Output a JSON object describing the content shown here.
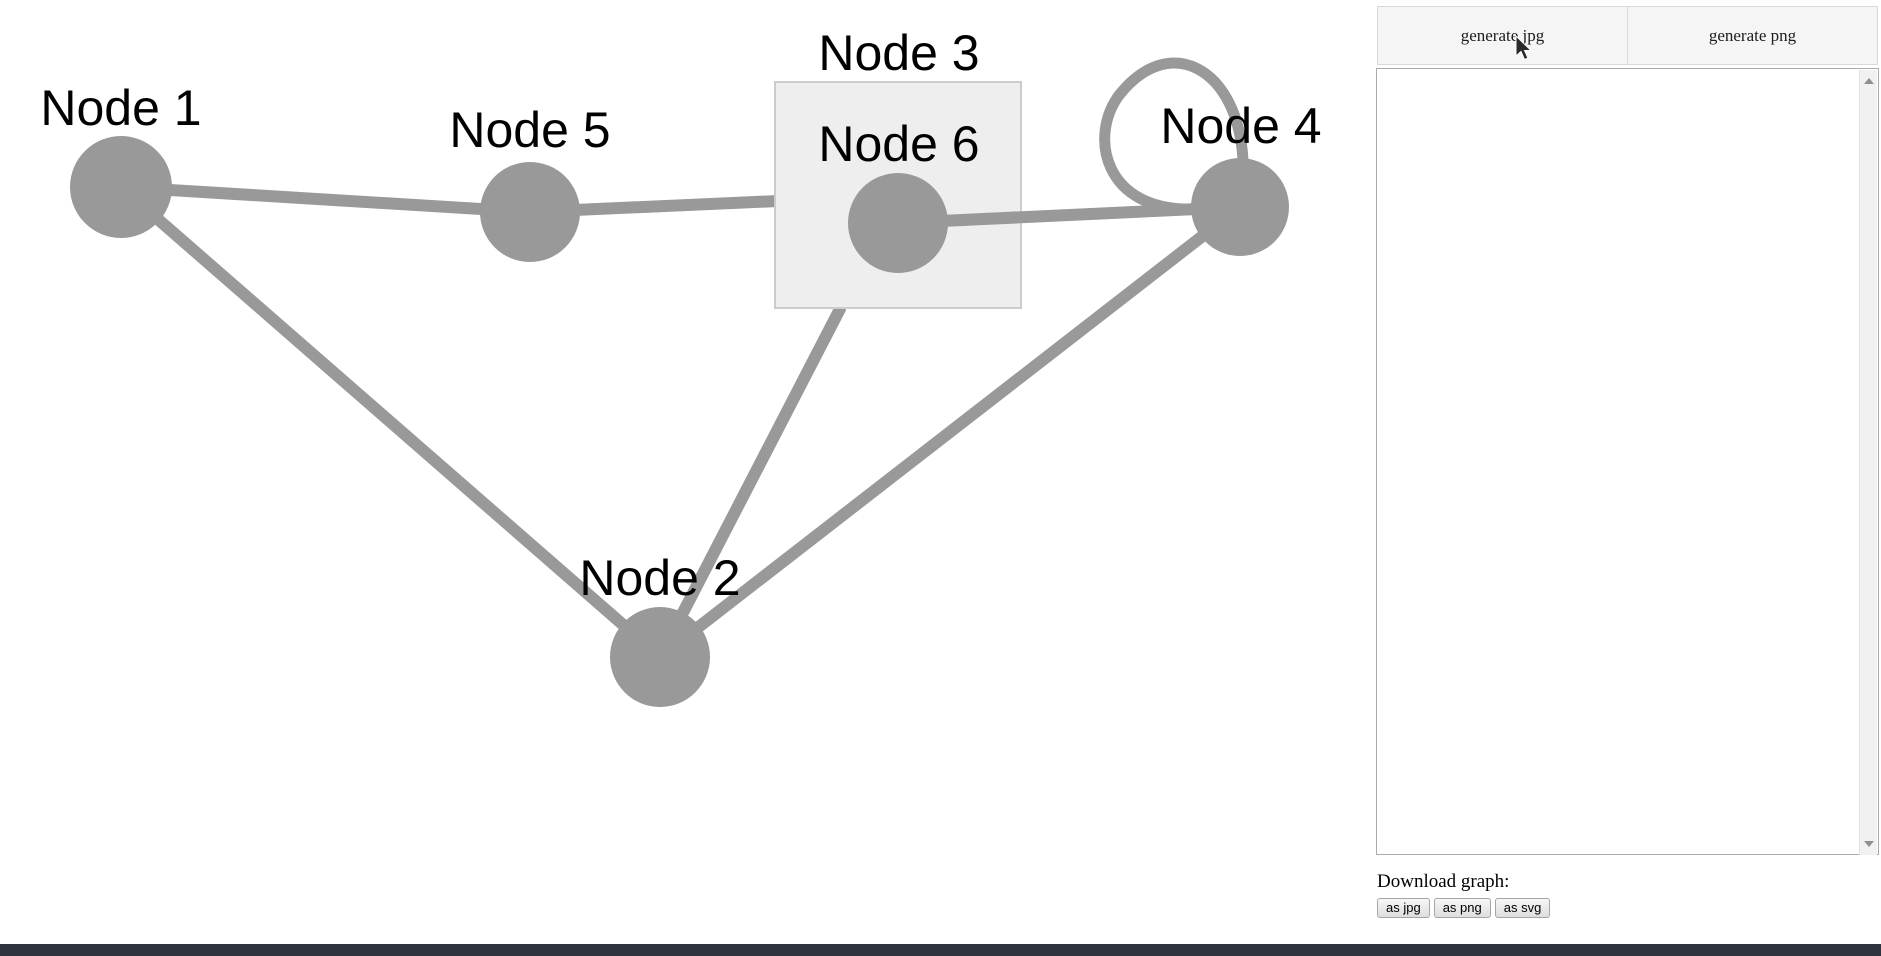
{
  "graph": {
    "colors": {
      "node_fill": "#999999",
      "edge": "#999999",
      "compound_fill": "#eeeeee",
      "compound_border": "#cccccc",
      "label": "#000000"
    },
    "nodes": [
      {
        "id": "node-1",
        "label": "Node 1"
      },
      {
        "id": "node-2",
        "label": "Node 2"
      },
      {
        "id": "node-3",
        "label": "Node 3",
        "type": "compound-parent"
      },
      {
        "id": "node-4",
        "label": "Node 4"
      },
      {
        "id": "node-5",
        "label": "Node 5"
      },
      {
        "id": "node-6",
        "label": "Node 6",
        "parent": "node-3"
      }
    ],
    "edges": [
      {
        "from": "node-1",
        "to": "node-5"
      },
      {
        "from": "node-5",
        "to": "node-3"
      },
      {
        "from": "node-1",
        "to": "node-2"
      },
      {
        "from": "node-2",
        "to": "node-3"
      },
      {
        "from": "node-2",
        "to": "node-4"
      },
      {
        "from": "node-6",
        "to": "node-4"
      },
      {
        "from": "node-4",
        "to": "node-4",
        "type": "self-loop"
      }
    ]
  },
  "panel": {
    "tabs": [
      {
        "label": "generate jpg"
      },
      {
        "label": "generate png"
      }
    ],
    "download": {
      "label": "Download graph:",
      "buttons": [
        "as jpg",
        "as png",
        "as svg"
      ]
    }
  },
  "footer": {
    "color": "#2d323c"
  }
}
